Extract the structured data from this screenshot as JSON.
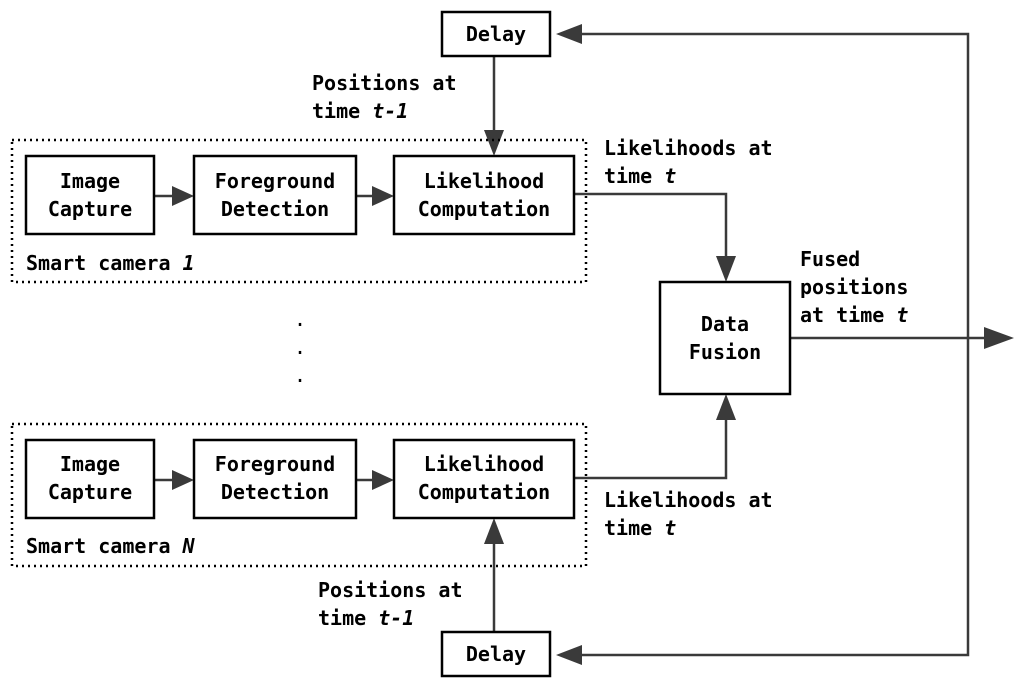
{
  "delay_top": "Delay",
  "delay_bottom": "Delay",
  "positions_top": {
    "line1": "Positions at",
    "line2_prefix": "time ",
    "line2_var": "t-1"
  },
  "positions_bottom": {
    "line1": "Positions at",
    "line2_prefix": "time ",
    "line2_var": "t-1"
  },
  "likelihoods_top": {
    "line1": "Likelihoods at",
    "line2_prefix": "time ",
    "line2_var": "t"
  },
  "likelihoods_bottom": {
    "line1": "Likelihoods at",
    "line2_prefix": "time ",
    "line2_var": "t"
  },
  "fused": {
    "line1": "Fused",
    "line2": "positions",
    "line3_prefix": "at time ",
    "line3_var": "t"
  },
  "camera1": {
    "name_prefix": "Smart camera ",
    "name_var": "1",
    "image_capture": [
      "Image",
      "Capture"
    ],
    "foreground_detection": [
      "Foreground",
      "Detection"
    ],
    "likelihood_computation": [
      "Likelihood",
      "Computation"
    ]
  },
  "cameraN": {
    "name_prefix": "Smart camera ",
    "name_var": "N",
    "image_capture": [
      "Image",
      "Capture"
    ],
    "foreground_detection": [
      "Foreground",
      "Detection"
    ],
    "likelihood_computation": [
      "Likelihood",
      "Computation"
    ]
  },
  "data_fusion": [
    "Data",
    "Fusion"
  ],
  "ellipsis": "."
}
